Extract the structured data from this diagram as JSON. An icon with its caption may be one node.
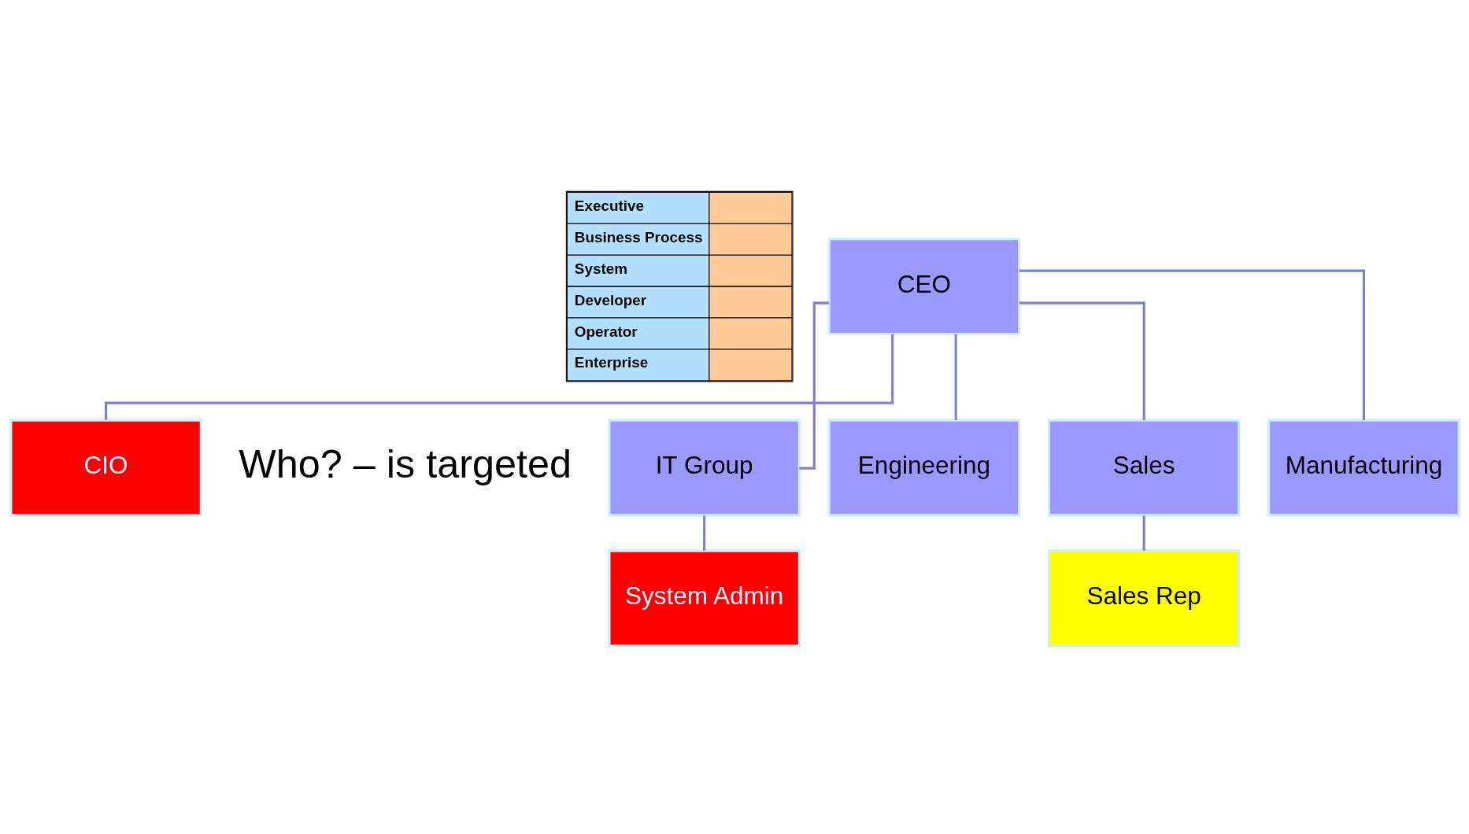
{
  "diagram": {
    "nodes": [
      {
        "text": [
          "CEO"
        ]
      },
      {
        "text": [
          "CIO"
        ]
      },
      {
        "text": [
          "IT Group"
        ]
      },
      {
        "text": [
          "Engineering"
        ]
      },
      {
        "text": [
          "Sales"
        ]
      },
      {
        "text": [
          "Manufacturing"
        ]
      },
      {
        "text": [
          "System Admin"
        ]
      },
      {
        "text": [
          "Sales Rep"
        ]
      }
    ],
    "edges": [
      {
        "from": 0,
        "to": 1,
        "arrow": "none"
      },
      {
        "from": 0,
        "to": 2,
        "arrow": "none"
      },
      {
        "from": 0,
        "to": 3,
        "arrow": "none"
      },
      {
        "from": 0,
        "to": 4,
        "arrow": "none"
      },
      {
        "from": 0,
        "to": 5,
        "arrow": "none"
      },
      {
        "from": 2,
        "to": 6,
        "arrow": "none"
      },
      {
        "from": 4,
        "to": 7,
        "arrow": "none"
      }
    ],
    "labels": [
      "Executive",
      "Business Process",
      "System",
      "Developer",
      "Operator",
      "Enterprise",
      "Who? – is targeted"
    ]
  }
}
